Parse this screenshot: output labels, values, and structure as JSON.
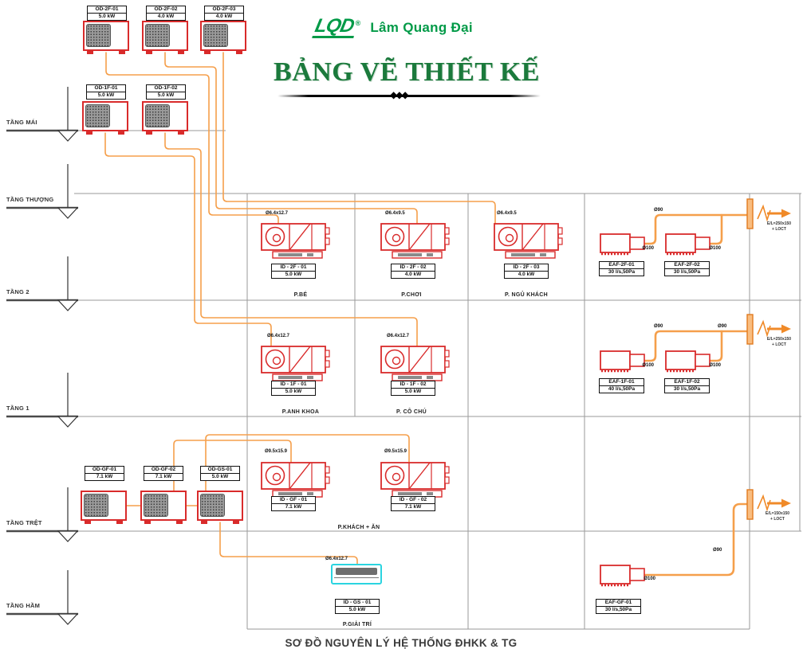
{
  "brand": {
    "mark": "LQD",
    "registered": "®",
    "company": "Lâm Quang Đại",
    "title": "BẢNG VẼ THIẾT KẾ",
    "ornament": "◆◆◆"
  },
  "caption": "SƠ ĐỒ NGUYÊN LÝ HỆ THỐNG ĐHKK & TG",
  "floors": [
    {
      "label": "TẦNG MÁI"
    },
    {
      "label": "TẦNG THƯỢNG"
    },
    {
      "label": "TẦNG 2"
    },
    {
      "label": "TẦNG 1"
    },
    {
      "label": "TẦNG TRỆT"
    },
    {
      "label": "TẦNG HẦM"
    }
  ],
  "outdoor_units": [
    {
      "id": "OD-2F-01",
      "capacity": "5.0 kW"
    },
    {
      "id": "OD-2F-02",
      "capacity": "4.0 kW"
    },
    {
      "id": "OD-2F-03",
      "capacity": "4.0 kW"
    },
    {
      "id": "OD-1F-01",
      "capacity": "5.0 kW"
    },
    {
      "id": "OD-1F-02",
      "capacity": "5.0 kW"
    },
    {
      "id": "OD-GF-01",
      "capacity": "7.1 kW"
    },
    {
      "id": "OD-GF-02",
      "capacity": "7.1 kW"
    },
    {
      "id": "OD-GS-01",
      "capacity": "5.0 kW"
    }
  ],
  "indoor_units": [
    {
      "id": "ID - 2F - 01",
      "capacity": "5.0 kW",
      "pipe": "Ø6.4x12.7"
    },
    {
      "id": "ID - 2F - 02",
      "capacity": "4.0 kW",
      "pipe": "Ø6.4x9.5"
    },
    {
      "id": "ID - 2F - 03",
      "capacity": "4.0 kW",
      "pipe": "Ø6.4x9.5"
    },
    {
      "id": "ID - 1F - 01",
      "capacity": "5.0 kW",
      "pipe": "Ø6.4x12.7"
    },
    {
      "id": "ID - 1F - 02",
      "capacity": "5.0 kW",
      "pipe": "Ø6.4x12.7"
    },
    {
      "id": "ID - GF - 01",
      "capacity": "7.1 kW",
      "pipe": "Ø9.5x15.9"
    },
    {
      "id": "ID - GF - 02",
      "capacity": "7.1 kW",
      "pipe": "Ø9.5x15.9"
    },
    {
      "id": "ID - GS - 01",
      "capacity": "5.0 kW",
      "pipe": "Ø6.4x12.7"
    }
  ],
  "rooms": [
    {
      "name": "P.BÉ"
    },
    {
      "name": "P.CHƠI"
    },
    {
      "name": "P. NGỦ KHÁCH"
    },
    {
      "name": "P.ANH KHOA"
    },
    {
      "name": "P. CÔ CHÚ"
    },
    {
      "name": "P.KHÁCH + ĂN"
    },
    {
      "name": "P.GIẢI TRÍ"
    }
  ],
  "exhaust_fans": [
    {
      "id": "EAF-2F-01",
      "spec": "30 l/s,50Pa"
    },
    {
      "id": "EAF-2F-02",
      "spec": "30 l/s,50Pa"
    },
    {
      "id": "EAF-1F-01",
      "spec": "40 l/s,50Pa"
    },
    {
      "id": "EAF-1F-02",
      "spec": "30 l/s,50Pa"
    },
    {
      "id": "EAF-GF-01",
      "spec": "30 l/s,50Pa"
    }
  ],
  "duct_labels": {
    "f2": {
      "collector": "Ø90",
      "branch1": "Ø100",
      "branch2": "Ø100"
    },
    "f1": {
      "collector": "Ø90",
      "collector2": "Ø90",
      "branch1": "Ø100",
      "branch2": "Ø100"
    },
    "gf": {
      "riser": "Ø90",
      "branch": "Ø100"
    }
  },
  "louvers": [
    {
      "line1": "E/L=250x150",
      "line2": "+ LOCT"
    },
    {
      "line1": "E/L=250x150",
      "line2": "+ LOCT"
    },
    {
      "line1": "E/L=150x150",
      "line2": "+ LOCT"
    }
  ],
  "colors": {
    "equipment_red": "#d92b2b",
    "pipe_orange": "#f59f4b",
    "duct_orange": "#f08a28",
    "brand_green": "#009a47",
    "title_green": "#1b7a3c",
    "structure_gray": "#8f8f8f",
    "unit_cyan": "#2bd4e0"
  }
}
